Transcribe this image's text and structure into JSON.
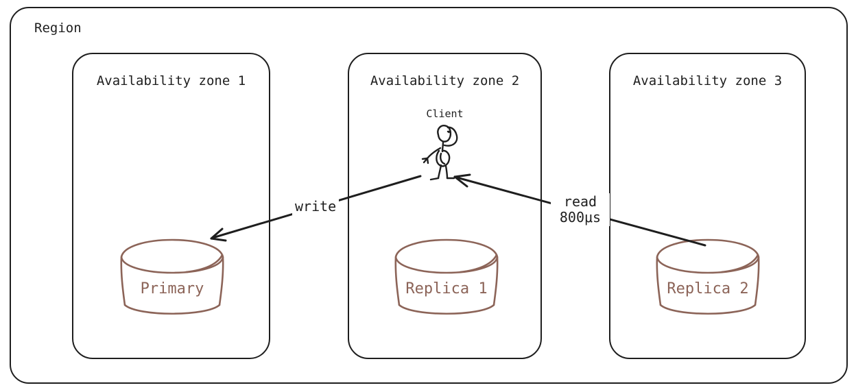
{
  "diagram": {
    "region": {
      "label": "Region"
    },
    "zones": [
      {
        "title": "Availability zone 1",
        "node": {
          "label": "Primary",
          "kind": "database"
        }
      },
      {
        "title": "Availability zone 2",
        "node": {
          "label": "Replica 1",
          "kind": "database"
        },
        "client": {
          "label": "Client"
        }
      },
      {
        "title": "Availability zone 3",
        "node": {
          "label": "Replica 2",
          "kind": "database"
        }
      }
    ],
    "arrows": [
      {
        "label": "write",
        "from": "Client",
        "to": "Primary"
      },
      {
        "label": "read",
        "latency": "800μs",
        "from": "Replica 2",
        "to": "Client"
      }
    ],
    "colors": {
      "stroke": "#1e1e1e",
      "database": "#8c6458",
      "background": "#ffffff"
    }
  }
}
